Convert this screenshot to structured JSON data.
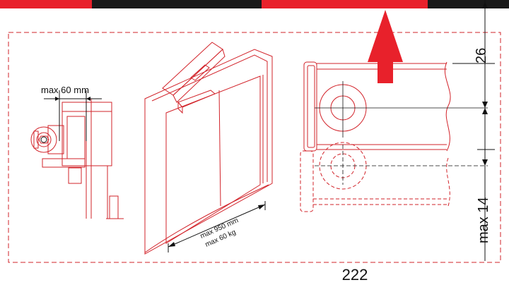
{
  "colors": {
    "accent": "#e8212b",
    "dark": "#1a1a1a",
    "line_red": "#d2232a",
    "ink": "#111111"
  },
  "labels": {
    "max_60_mm": "max 60 mm",
    "max_950_mm": "max 950 mm",
    "max_60_kg": "max 60 kg",
    "dim_26": "26",
    "dim_max_14": "max 14",
    "page_number": "222"
  },
  "icons": {
    "direction": "arrow-up-icon"
  }
}
